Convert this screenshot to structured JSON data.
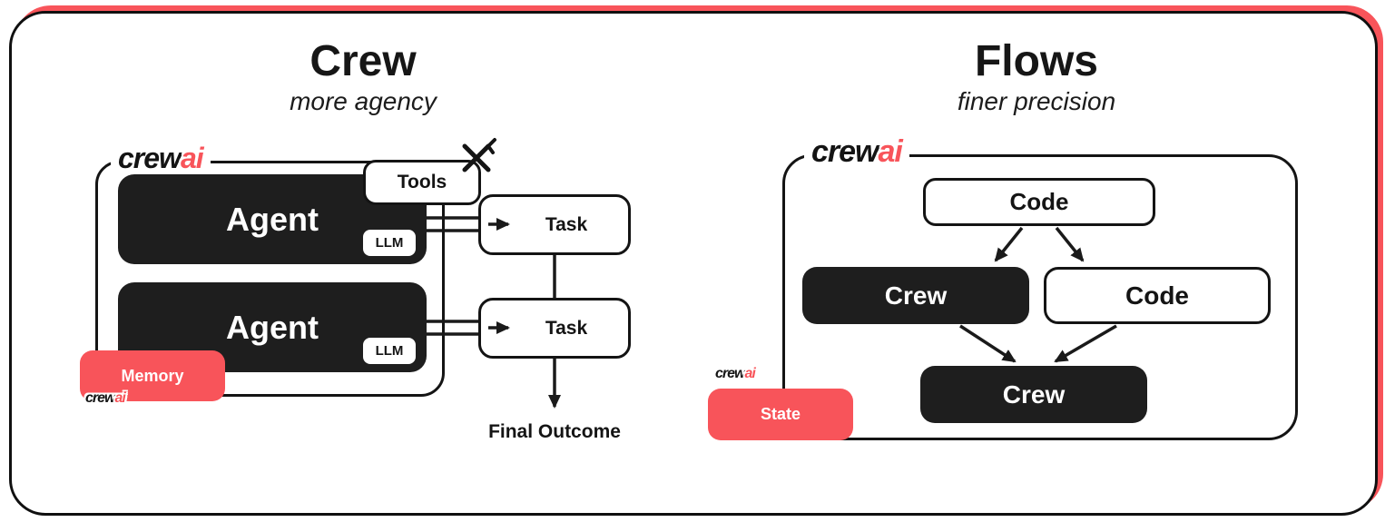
{
  "colors": {
    "accent_red": "#F8545A",
    "ink": "#1A1A1A",
    "background": "#FFFFFF"
  },
  "brand": {
    "logo_first": "crew",
    "logo_second": "ai"
  },
  "icons": {
    "tools": "crossed-wrench-screwdriver"
  },
  "crew_section": {
    "title": "Crew",
    "subtitle": "more agency",
    "agents": [
      {
        "label": "Agent",
        "badge": "LLM"
      },
      {
        "label": "Agent",
        "badge": "LLM"
      }
    ],
    "tools": {
      "label": "Tools"
    },
    "tasks": [
      {
        "label": "Task"
      },
      {
        "label": "Task"
      }
    ],
    "memory": {
      "label": "Memory"
    },
    "final_outcome": "Final Outcome"
  },
  "flows_section": {
    "title": "Flows",
    "subtitle": "finer precision",
    "nodes": {
      "top_code": "Code",
      "left_crew": "Crew",
      "right_code": "Code",
      "bottom_crew": "Crew"
    },
    "state": {
      "label": "State"
    }
  }
}
